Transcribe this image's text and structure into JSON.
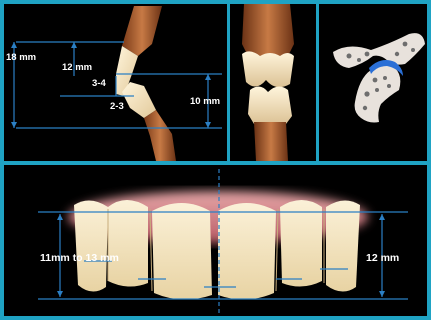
{
  "panels": {
    "occlusion": {
      "labels": {
        "total_height": "18 mm",
        "crown_height": "12 mm",
        "overbite": "3-4",
        "overjet": "2-3",
        "lower_height": "10 mm"
      }
    },
    "smile": {
      "labels": {
        "anterior_length": "11mm to 13 mm",
        "canine_length": "12 mm"
      }
    }
  },
  "colors": {
    "frame": "#1fa3c4",
    "background": "#000000",
    "measure_line": "#2b7fc4",
    "enamel": "#f3e6c8",
    "gum": "#c9707a",
    "root": "#b86a3a"
  }
}
